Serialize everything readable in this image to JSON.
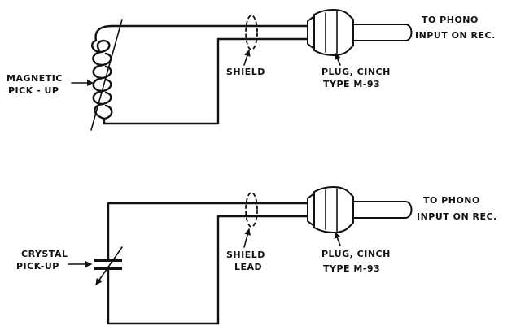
{
  "diagrams": [
    {
      "pickup_label": [
        "MAGNETIC",
        "PICK - UP"
      ],
      "shield_label": [
        "SHIELD"
      ],
      "plug_label": [
        "PLUG, CINCH",
        "TYPE  M-93"
      ],
      "output_label": [
        "TO  PHONO",
        "INPUT ON REC."
      ]
    },
    {
      "pickup_label": [
        "CRYSTAL",
        "PICK-UP"
      ],
      "shield_label": [
        "SHIELD",
        "LEAD"
      ],
      "plug_label": [
        "PLUG, CINCH",
        "TYPE  M-93"
      ],
      "output_label": [
        "TO  PHONO",
        "INPUT ON REC."
      ]
    }
  ],
  "colors": {
    "ink": "#111111",
    "paper": "#ffffff"
  },
  "icons": [
    "coil-icon",
    "crystal-icon",
    "plug-icon",
    "shield-icon",
    "arrow-icon"
  ]
}
